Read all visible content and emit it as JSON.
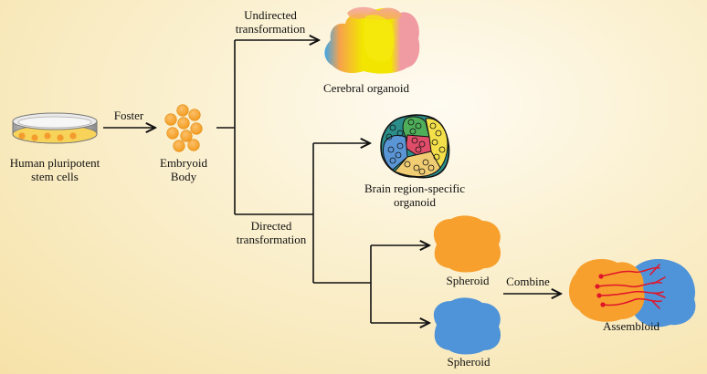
{
  "labels": {
    "hpsc_line1": "Human pluripotent",
    "hpsc_line2": "stem cells",
    "foster": "Foster",
    "eb_line1": "Embryoid",
    "eb_line2": "Body",
    "undirected_line1": "Undirected",
    "undirected_line2": "transformation",
    "cerebral": "Cerebral organoid",
    "brain_line1": "Brain region-specific",
    "brain_line2": "organoid",
    "directed_line1": "Directed",
    "directed_line2": "transformation",
    "spheroid_orange": "Spheroid",
    "spheroid_blue": "Spheroid",
    "combine": "Combine",
    "assembloid": "Assembloid"
  },
  "colors": {
    "orange": "#f7a02e",
    "blue": "#4f93d8",
    "yellow": "#f2e600",
    "pink": "#f09aa2",
    "axon_red": "#e0152a",
    "line": "#111111"
  }
}
